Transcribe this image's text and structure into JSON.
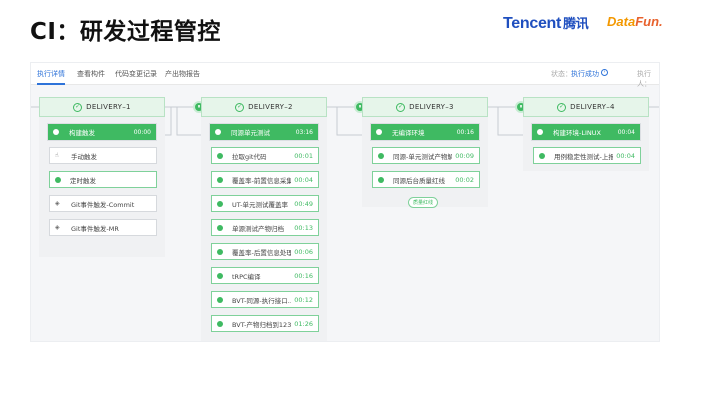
{
  "slide": {
    "title": "CI：研发过程管控"
  },
  "logos": {
    "tencent_en": "Tencent",
    "tencent_cn": "腾讯",
    "datafun_prefix": "Data",
    "datafun_suffix": "Fun."
  },
  "tabs": [
    {
      "label": "执行详情",
      "active": true
    },
    {
      "label": "查看构件",
      "active": false
    },
    {
      "label": "代码变更记录",
      "active": false
    },
    {
      "label": "产出物报告",
      "active": false
    }
  ],
  "status": {
    "label": "状态：",
    "value": "执行成功",
    "icon": "info-circle-icon",
    "executor_label": "执行人："
  },
  "colors": {
    "success": "#3fba62",
    "accent": "#2e73d9",
    "stage_bg": "#e6f5ea"
  },
  "stages": [
    {
      "name": "DELIVERY–1",
      "job": {
        "title": "构建触发",
        "duration": "00:00"
      },
      "steps": [
        {
          "label": "手动触发",
          "icon": "hand-icon",
          "status": "plain"
        },
        {
          "label": "定时触发",
          "icon": "check-circle-icon",
          "status": "success"
        },
        {
          "label": "Git事件触发-Commit",
          "icon": "git-icon",
          "status": "plain"
        },
        {
          "label": "Git事件触发-MR",
          "icon": "git-icon",
          "status": "plain"
        }
      ]
    },
    {
      "name": "DELIVERY–2",
      "job": {
        "title": "同源单元测试",
        "duration": "03:16"
      },
      "steps": [
        {
          "label": "拉取git代码",
          "duration": "00:01"
        },
        {
          "label": "覆盖率-前置信息采集",
          "duration": "00:04"
        },
        {
          "label": "UT-单元测试覆盖率",
          "duration": "00:49"
        },
        {
          "label": "单源测试产物归档",
          "duration": "00:13"
        },
        {
          "label": "覆盖率-后置信息处理",
          "duration": "00:06"
        },
        {
          "label": "tRPC编译",
          "duration": "00:16"
        },
        {
          "label": "BVT-同源-执行接口...",
          "duration": "00:12"
        },
        {
          "label": "BVT-产物归档到123...",
          "duration": "01:26"
        }
      ]
    },
    {
      "name": "DELIVERY–3",
      "job": {
        "title": "无编译环境",
        "duration": "00:16"
      },
      "steps": [
        {
          "label": "同源-单元测试产物解析",
          "duration": "00:09"
        },
        {
          "label": "同源后台质量红线",
          "duration": "00:02"
        }
      ],
      "tag": "质量红线"
    },
    {
      "name": "DELIVERY–4",
      "job": {
        "title": "构建环境-LINUX",
        "duration": "00:04"
      },
      "steps": [
        {
          "label": "用例稳定性测试-上报...",
          "duration": "00:04"
        }
      ]
    }
  ]
}
